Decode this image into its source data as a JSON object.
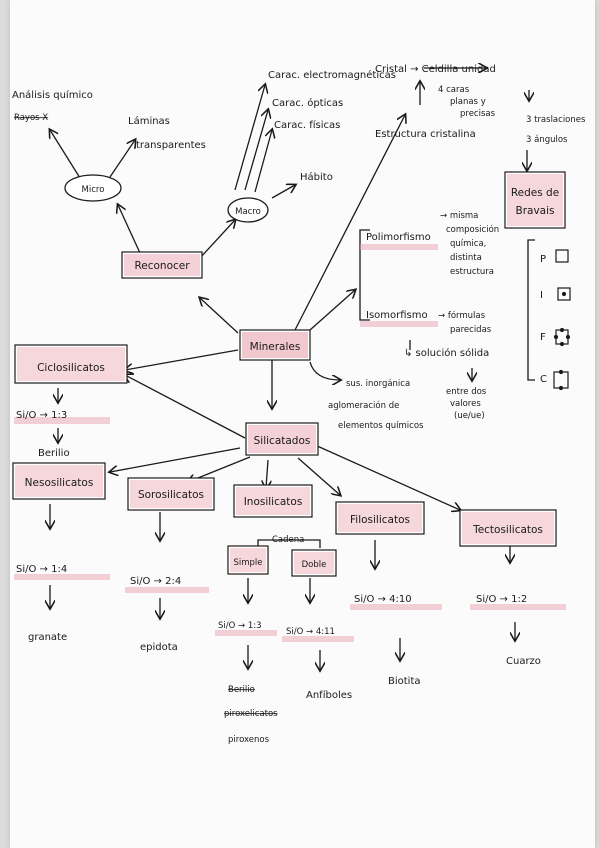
{
  "nodes": {
    "minerales": "Minerales",
    "silicatados": "Silicatados",
    "reconocer": "Reconocer",
    "micro": "Micro",
    "macro": "Macro",
    "ciclosilicatos": "Ciclosilicatos",
    "nesosilicatos": "Nesosilicatos",
    "sorosilicatos": "Sorosilicatos",
    "inosilicatos": "Inosilicatos",
    "filosilicatos": "Filosilicatos",
    "tectosilicatos": "Tectosilicatos",
    "simple": "Simple",
    "doble": "Doble",
    "redes_bravais": [
      "Redes de",
      "Bravais"
    ]
  },
  "labels": {
    "analisis_quimico": "Análisis químico",
    "rayos_x": "Rayos X",
    "laminas_transparentes": [
      "Láminas",
      "transparentes"
    ],
    "carac_electromagneticas": "Carac. electromagnéticas",
    "carac_opticas": "Carac. ópticas",
    "carac_fisicas": "Carac. físicas",
    "habito": "Hábito",
    "cristal": "Cristal → Celdilla unidad",
    "caras_planas": [
      "4 caras",
      "planas y",
      "precisas"
    ],
    "estructura_cristalina": "Estructura cristalina",
    "traslaciones": [
      "3 traslaciones",
      "3 ángulos"
    ],
    "polimorfismo": "Polimorfismo",
    "polimorfismo_desc": [
      "→ misma",
      "composición",
      "química,",
      "distinta",
      "estructura"
    ],
    "isomorfismo": "Isomorfismo",
    "isomorfismo_desc": [
      "→ fórmulas",
      "parecidas"
    ],
    "solucion_solida": "↳ solución sólida",
    "entre_valores": [
      "entre dos",
      "valores",
      "(ue/ue)"
    ],
    "sus_inorganica": [
      "sus. inorgánica",
      "aglomeración de",
      "elementos químicos"
    ],
    "cadena": "Cadena",
    "bravais_types": [
      "P",
      "I",
      "F",
      "C"
    ],
    "ratio_ciclo": "Si/O → 1:3",
    "berilio_ciclo": "Berilio",
    "ratio_neso": "Si/O → 1:4",
    "ratio_soro": "Si/O → 2:4",
    "ratio_simple": "Si/O → 1:3",
    "ratio_doble": "Si/O → 4:11",
    "ratio_filo": "Si/O → 4:10",
    "ratio_tecto": "Si/O → 1:2",
    "granate": "granate",
    "epidota": "epidota",
    "berilio_struck": "Berilio",
    "piroxelicatos_struck": "piroxelicatos",
    "piroxenos": "piroxenos",
    "anfiboles": "Anfíboles",
    "biotita": "Biotita",
    "cuarzo": "Cuarzo"
  },
  "colors": {
    "ink": "#1a1a1a",
    "highlight": "#e79aa8",
    "paper": "#fbfbfb"
  }
}
